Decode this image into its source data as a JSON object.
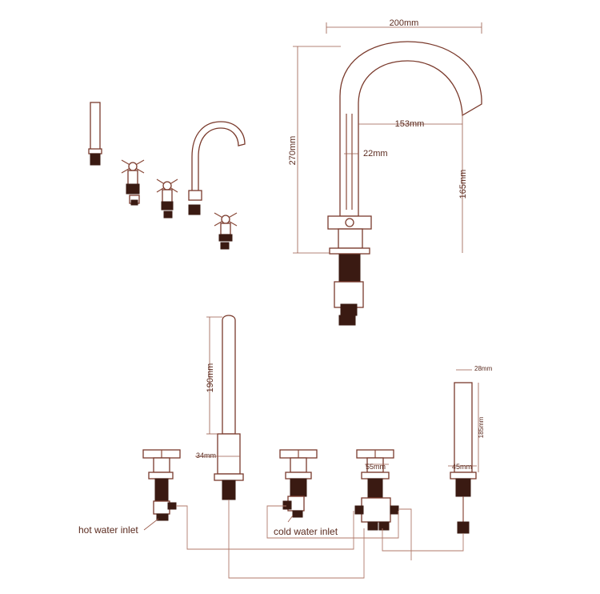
{
  "dimensions": {
    "spout_reach_width": "200mm",
    "spout_height": "270mm",
    "spout_projection": "153mm",
    "spout_diameter": "22mm",
    "spout_clearance": "165mm",
    "lower_spout_height": "190mm",
    "lower_spout_base": "34mm",
    "valve_width": "55mm",
    "handshower_width": "28mm",
    "handshower_length": "185mm",
    "handshower_base": "45mm"
  },
  "labels": {
    "hot_inlet": "hot water inlet",
    "cold_inlet": "cold water inlet"
  },
  "colors": {
    "line": "#8a4a3a",
    "text": "#5a2a1e",
    "dark_fill": "#3a1a12"
  }
}
